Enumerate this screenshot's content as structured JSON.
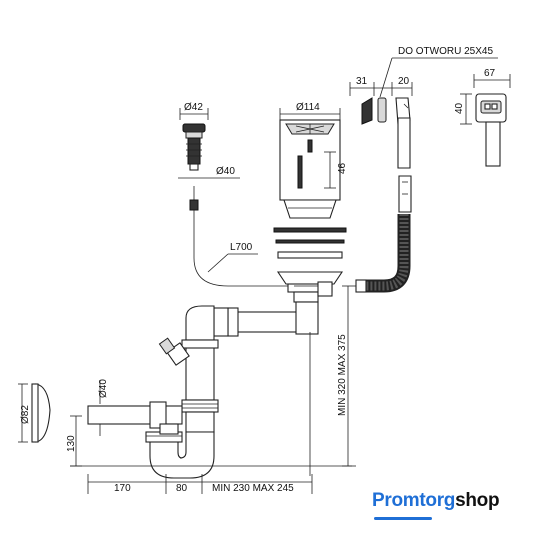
{
  "labels": {
    "do_otworu": "DO OTWORU 25X45",
    "d31": "31",
    "d20": "20",
    "d67": "67",
    "d40_top": "40",
    "phi42": "Ø42",
    "phi114": "Ø114",
    "d46": "46",
    "phi40_plug": "Ø40",
    "l700": "L700",
    "min320": "MIN 320 MAX 375",
    "phi40_pipe": "Ø40",
    "phi82": "Ø82",
    "d130": "130",
    "d170": "170",
    "d80": "80",
    "min230": "MIN 230 MAX 245"
  },
  "logo": {
    "blue": "Promtorg",
    "dark": "shop"
  },
  "colors": {
    "brand_blue": "#1f6fd6",
    "line": "#222222"
  }
}
